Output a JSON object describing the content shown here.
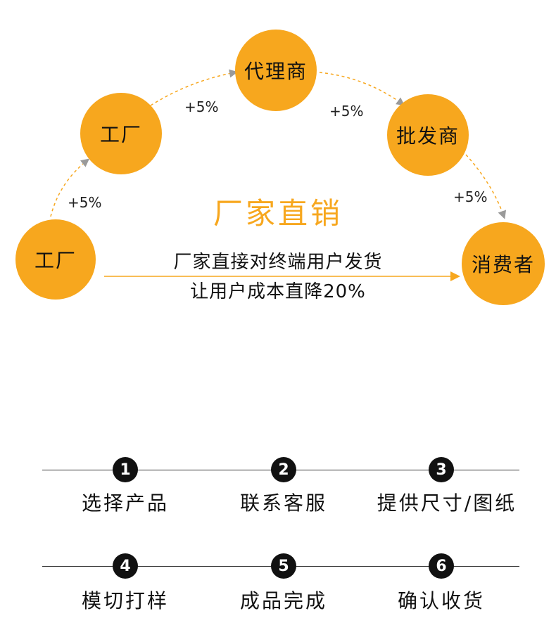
{
  "diagram": {
    "nodes": {
      "factory_left": "工厂",
      "factory": "工厂",
      "agent": "代理商",
      "wholesaler": "批发商",
      "consumer": "消费者"
    },
    "markups": [
      "+5%",
      "+5%",
      "+5%",
      "+5%"
    ],
    "center_title": "厂家直销",
    "direct_line1": "厂家直接对终端用户发货",
    "direct_line2": "让用户成本直降20%",
    "colors": {
      "node": "#F7A71E",
      "arrow": "#F7A71E",
      "arrowhead": "#999999"
    }
  },
  "process": {
    "steps": [
      {
        "num": "1",
        "label": "选择产品"
      },
      {
        "num": "2",
        "label": "联系客服"
      },
      {
        "num": "3",
        "label": "提供尺寸/图纸"
      },
      {
        "num": "4",
        "label": "模切打样"
      },
      {
        "num": "5",
        "label": "成品完成"
      },
      {
        "num": "6",
        "label": "确认收货"
      }
    ]
  }
}
